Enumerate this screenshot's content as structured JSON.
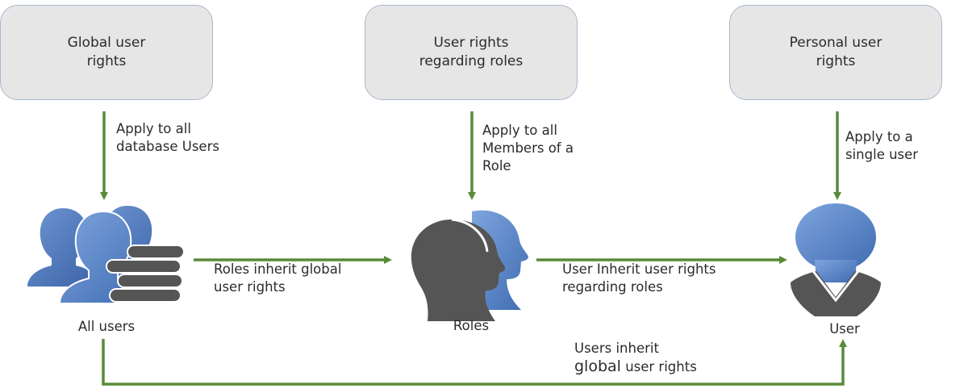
{
  "boxes": {
    "global": "Global user rights",
    "roles": "User rights regarding roles",
    "personal": "Personal user rights"
  },
  "arrow_labels": {
    "global_to_all": "Apply to all database Users",
    "roles_to_members": "Apply to all Members of a Role",
    "personal_to_user": "Apply to a single user",
    "all_to_roles": "Roles inherit global user rights",
    "roles_to_user": "User Inherit user rights regarding roles",
    "bottom_prefix": "Users inherit",
    "bottom_emph": "global",
    "bottom_suffix": " user rights"
  },
  "nodes": {
    "all_users": "All users",
    "roles": "Roles",
    "user": "User"
  },
  "colors": {
    "arrow": "#5a8a3a",
    "box_fill": "#e6e6e6",
    "box_border": "#a9b8cf",
    "person_blue": "#5b85c8",
    "person_dark": "#555555"
  },
  "icons": {
    "all_users": "users-database-icon",
    "roles": "roles-icon",
    "user": "user-icon"
  }
}
